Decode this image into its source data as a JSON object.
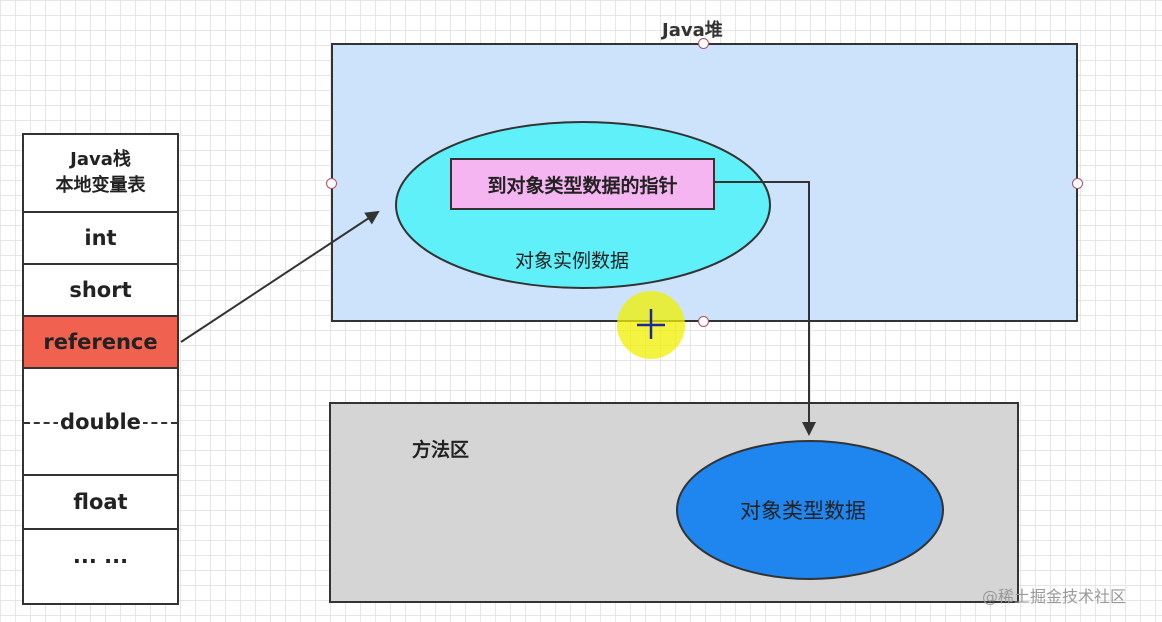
{
  "stack": {
    "title_line1": "Java栈",
    "title_line2": "本地变量表",
    "cells": [
      "int",
      "short",
      "reference",
      "double",
      "float",
      "... ..."
    ]
  },
  "heap": {
    "title": "Java堆",
    "instance_label": "对象实例数据",
    "pointer_label": "到对象类型数据的指针"
  },
  "method_area": {
    "title": "方法区",
    "type_label": "对象类型数据"
  },
  "watermark": "@稀土掘金技术社区",
  "colors": {
    "heap_fill": "#cce3fb",
    "instance_ellipse": "#5ff0fa",
    "pointer_box": "#f5b5f0",
    "reference_cell": "#f0614f",
    "method_fill": "#d5d5d5",
    "type_ellipse": "#1e86ee",
    "cursor_highlight": "#f0f000"
  }
}
